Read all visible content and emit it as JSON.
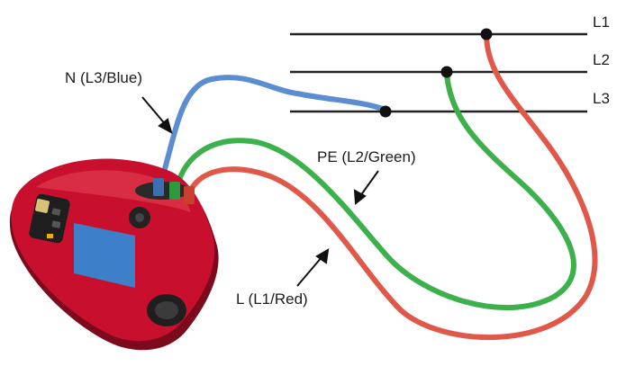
{
  "diagram": {
    "phase_lines": [
      {
        "label": "L1"
      },
      {
        "label": "L2"
      },
      {
        "label": "L3"
      }
    ],
    "leads": {
      "neutral": {
        "label": "N (L3/Blue)",
        "color": "#5b8ed0"
      },
      "earth": {
        "label": "PE (L2/Green)",
        "color": "#3cb04a"
      },
      "line": {
        "label": "L (L1/Red)",
        "color": "#e0584a"
      }
    },
    "device": {
      "body_color": "#c8102e",
      "screen_color": "#3d7fc8",
      "name": "installation-tester"
    }
  }
}
